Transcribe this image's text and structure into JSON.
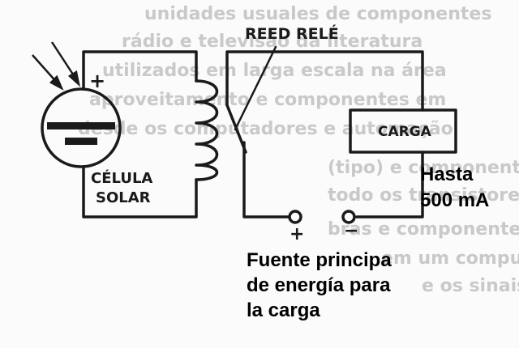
{
  "diagram": {
    "relay_label": "REED RELÉ",
    "cell_label_line1": "CÉLULA",
    "cell_label_line2": "SOLAR",
    "cell_polarity": "+",
    "load_label": "CARGA",
    "terminal_positive": "+",
    "terminal_negative": "−"
  },
  "captions": {
    "load_current_line1": "Hasta",
    "load_current_line2": "500 mA",
    "source_line1": "Fuente principa",
    "source_line2": "de energía para",
    "source_line3": "la carga"
  },
  "background_text": [
    "unidades  usuales  de  componentes",
    "rádio  e  televisão  da  literatura",
    "utilizados  em  larga  escala  na  área",
    "aproveitamento  e  componentes  em",
    "desde  os  computadores  e  automação",
    "(tipo)  e  componentes  eletrônicos",
    "todo  os  transistores  de  potência,",
    "bras  e  componentes  de  potência",
    "em  um  computador",
    "e  os  sinais"
  ],
  "colors": {
    "ink": "#1a1a1a",
    "ghost_text": "#c9c9c9",
    "paper": "#fbfbfb"
  }
}
